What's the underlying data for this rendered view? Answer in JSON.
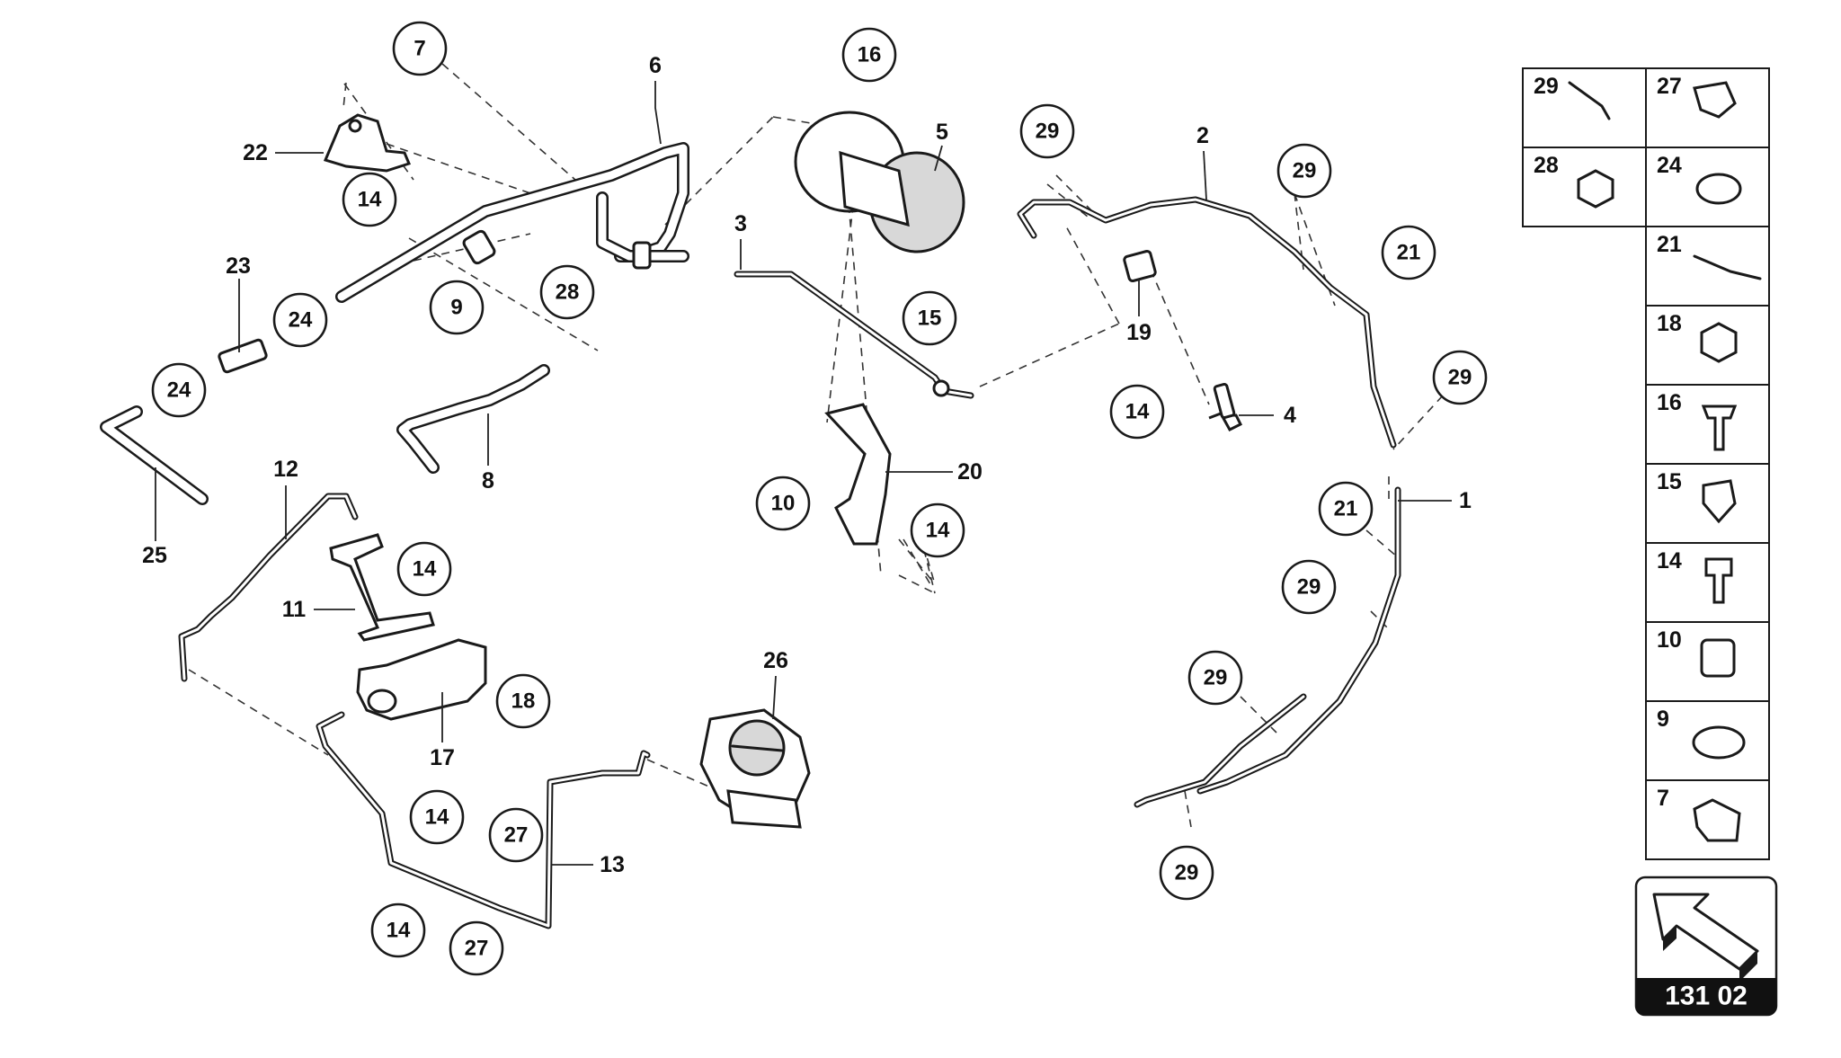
{
  "callouts": [
    {
      "id": "c7",
      "label": "7"
    },
    {
      "id": "c14a",
      "label": "14"
    },
    {
      "id": "c28",
      "label": "28"
    },
    {
      "id": "c9",
      "label": "9"
    },
    {
      "id": "c24a",
      "label": "24"
    },
    {
      "id": "c24b",
      "label": "24"
    },
    {
      "id": "c16",
      "label": "16"
    },
    {
      "id": "c15",
      "label": "15"
    },
    {
      "id": "c10",
      "label": "10"
    },
    {
      "id": "c14b",
      "label": "14"
    },
    {
      "id": "c14c",
      "label": "14"
    },
    {
      "id": "c18",
      "label": "18"
    },
    {
      "id": "c14d",
      "label": "14"
    },
    {
      "id": "c27a",
      "label": "27"
    },
    {
      "id": "c14e",
      "label": "14"
    },
    {
      "id": "c27b",
      "label": "27"
    },
    {
      "id": "c29a",
      "label": "29"
    },
    {
      "id": "c29b",
      "label": "29"
    },
    {
      "id": "c21a",
      "label": "21"
    },
    {
      "id": "c29c",
      "label": "29"
    },
    {
      "id": "c14f",
      "label": "14"
    },
    {
      "id": "c21b",
      "label": "21"
    },
    {
      "id": "c29d",
      "label": "29"
    },
    {
      "id": "c29e",
      "label": "29"
    },
    {
      "id": "c29f",
      "label": "29"
    }
  ],
  "labels": [
    {
      "id": "l6",
      "label": "6"
    },
    {
      "id": "l22",
      "label": "22"
    },
    {
      "id": "l23",
      "label": "23"
    },
    {
      "id": "l25",
      "label": "25"
    },
    {
      "id": "l8",
      "label": "8"
    },
    {
      "id": "l5",
      "label": "5"
    },
    {
      "id": "l3",
      "label": "3"
    },
    {
      "id": "l20",
      "label": "20"
    },
    {
      "id": "l12",
      "label": "12"
    },
    {
      "id": "l11",
      "label": "11"
    },
    {
      "id": "l17",
      "label": "17"
    },
    {
      "id": "l26",
      "label": "26"
    },
    {
      "id": "l13",
      "label": "13"
    },
    {
      "id": "l2",
      "label": "2"
    },
    {
      "id": "l19",
      "label": "19"
    },
    {
      "id": "l4",
      "label": "4"
    },
    {
      "id": "l1",
      "label": "1"
    }
  ],
  "legend": {
    "items": [
      "29",
      "27",
      "28",
      "24",
      "21",
      "18",
      "16",
      "15",
      "14",
      "10",
      "9",
      "7"
    ]
  },
  "navigation": {
    "page_code": "131 02"
  }
}
